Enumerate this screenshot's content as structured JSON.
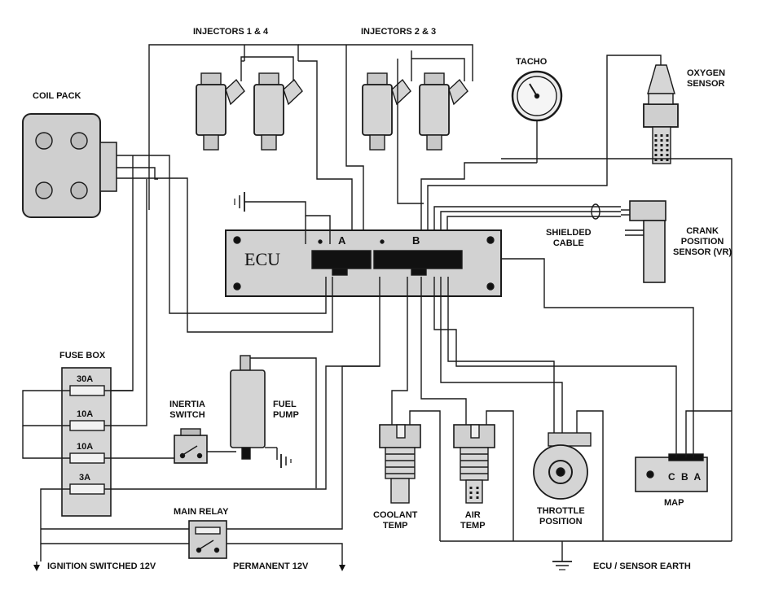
{
  "labels": {
    "injectors_14": "INJECTORS 1 & 4",
    "injectors_23": "INJECTORS 2 & 3",
    "tacho": "TACHO",
    "oxygen_sensor": "OXYGEN\nSENSOR",
    "coil_pack": "COIL PACK",
    "shielded_cable": "SHIELDED\nCABLE",
    "crank_sensor": "CRANK\nPOSITION\nSENSOR (VR)",
    "ecu": "ECU",
    "connector_a": "A",
    "connector_b": "B",
    "fuse_box": "FUSE BOX",
    "inertia_switch": "INERTIA\nSWITCH",
    "fuel_pump": "FUEL\nPUMP",
    "coolant_temp": "COOLANT\nTEMP",
    "air_temp": "AIR\nTEMP",
    "throttle_position": "THROTTLE\nPOSITION",
    "map": "MAP",
    "map_pins": "C B A",
    "main_relay": "MAIN RELAY",
    "ignition_switched": "IGNITION SWITCHED 12V",
    "permanent": "PERMANENT 12V",
    "ecu_sensor_earth": "ECU / SENSOR EARTH"
  },
  "fuses": [
    "30A",
    "10A",
    "10A",
    "3A"
  ]
}
